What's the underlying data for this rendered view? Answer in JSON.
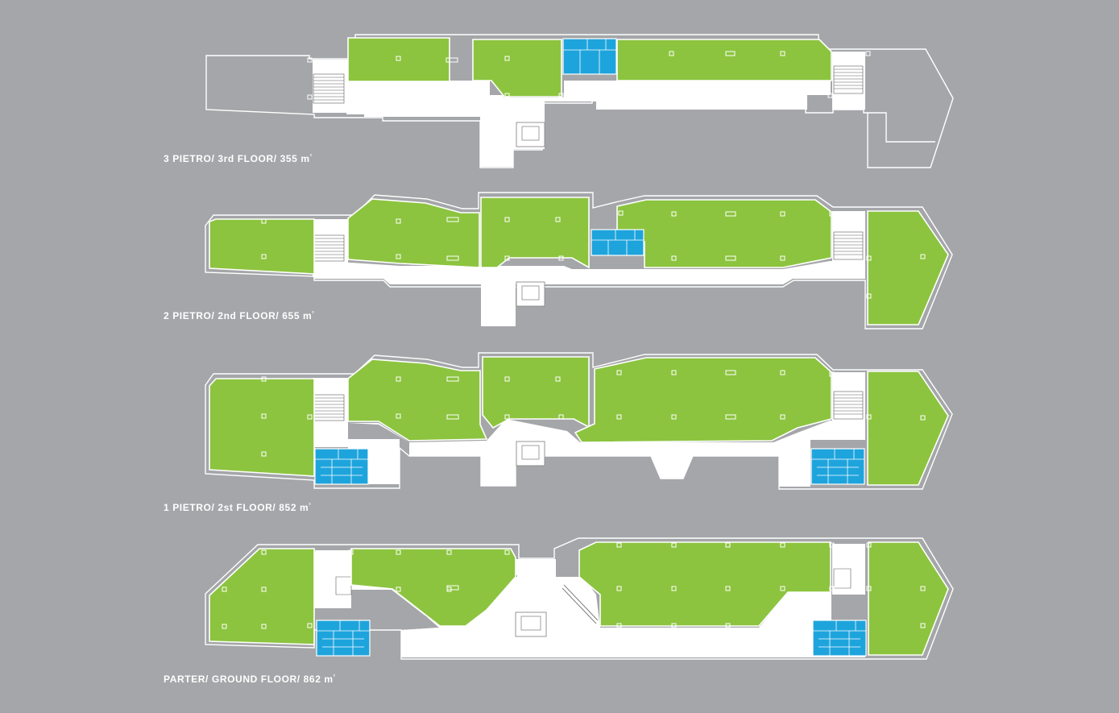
{
  "colors": {
    "background": "#a5a6a9",
    "office_space": "#8cc43f",
    "sanitary": "#1ea4dc",
    "circulation": "#ffffff"
  },
  "floors": [
    {
      "label": "3 PIETRO/ 3rd FLOOR/ 355 m",
      "unit_sup": "²"
    },
    {
      "label": "2 PIETRO/ 2nd FLOOR/ 655 m",
      "unit_sup": "²"
    },
    {
      "label": "1 PIETRO/ 2st FLOOR/ 852 m",
      "unit_sup": "²"
    },
    {
      "label": "PARTER/ GROUND FLOOR/ 862 m",
      "unit_sup": "²"
    }
  ]
}
